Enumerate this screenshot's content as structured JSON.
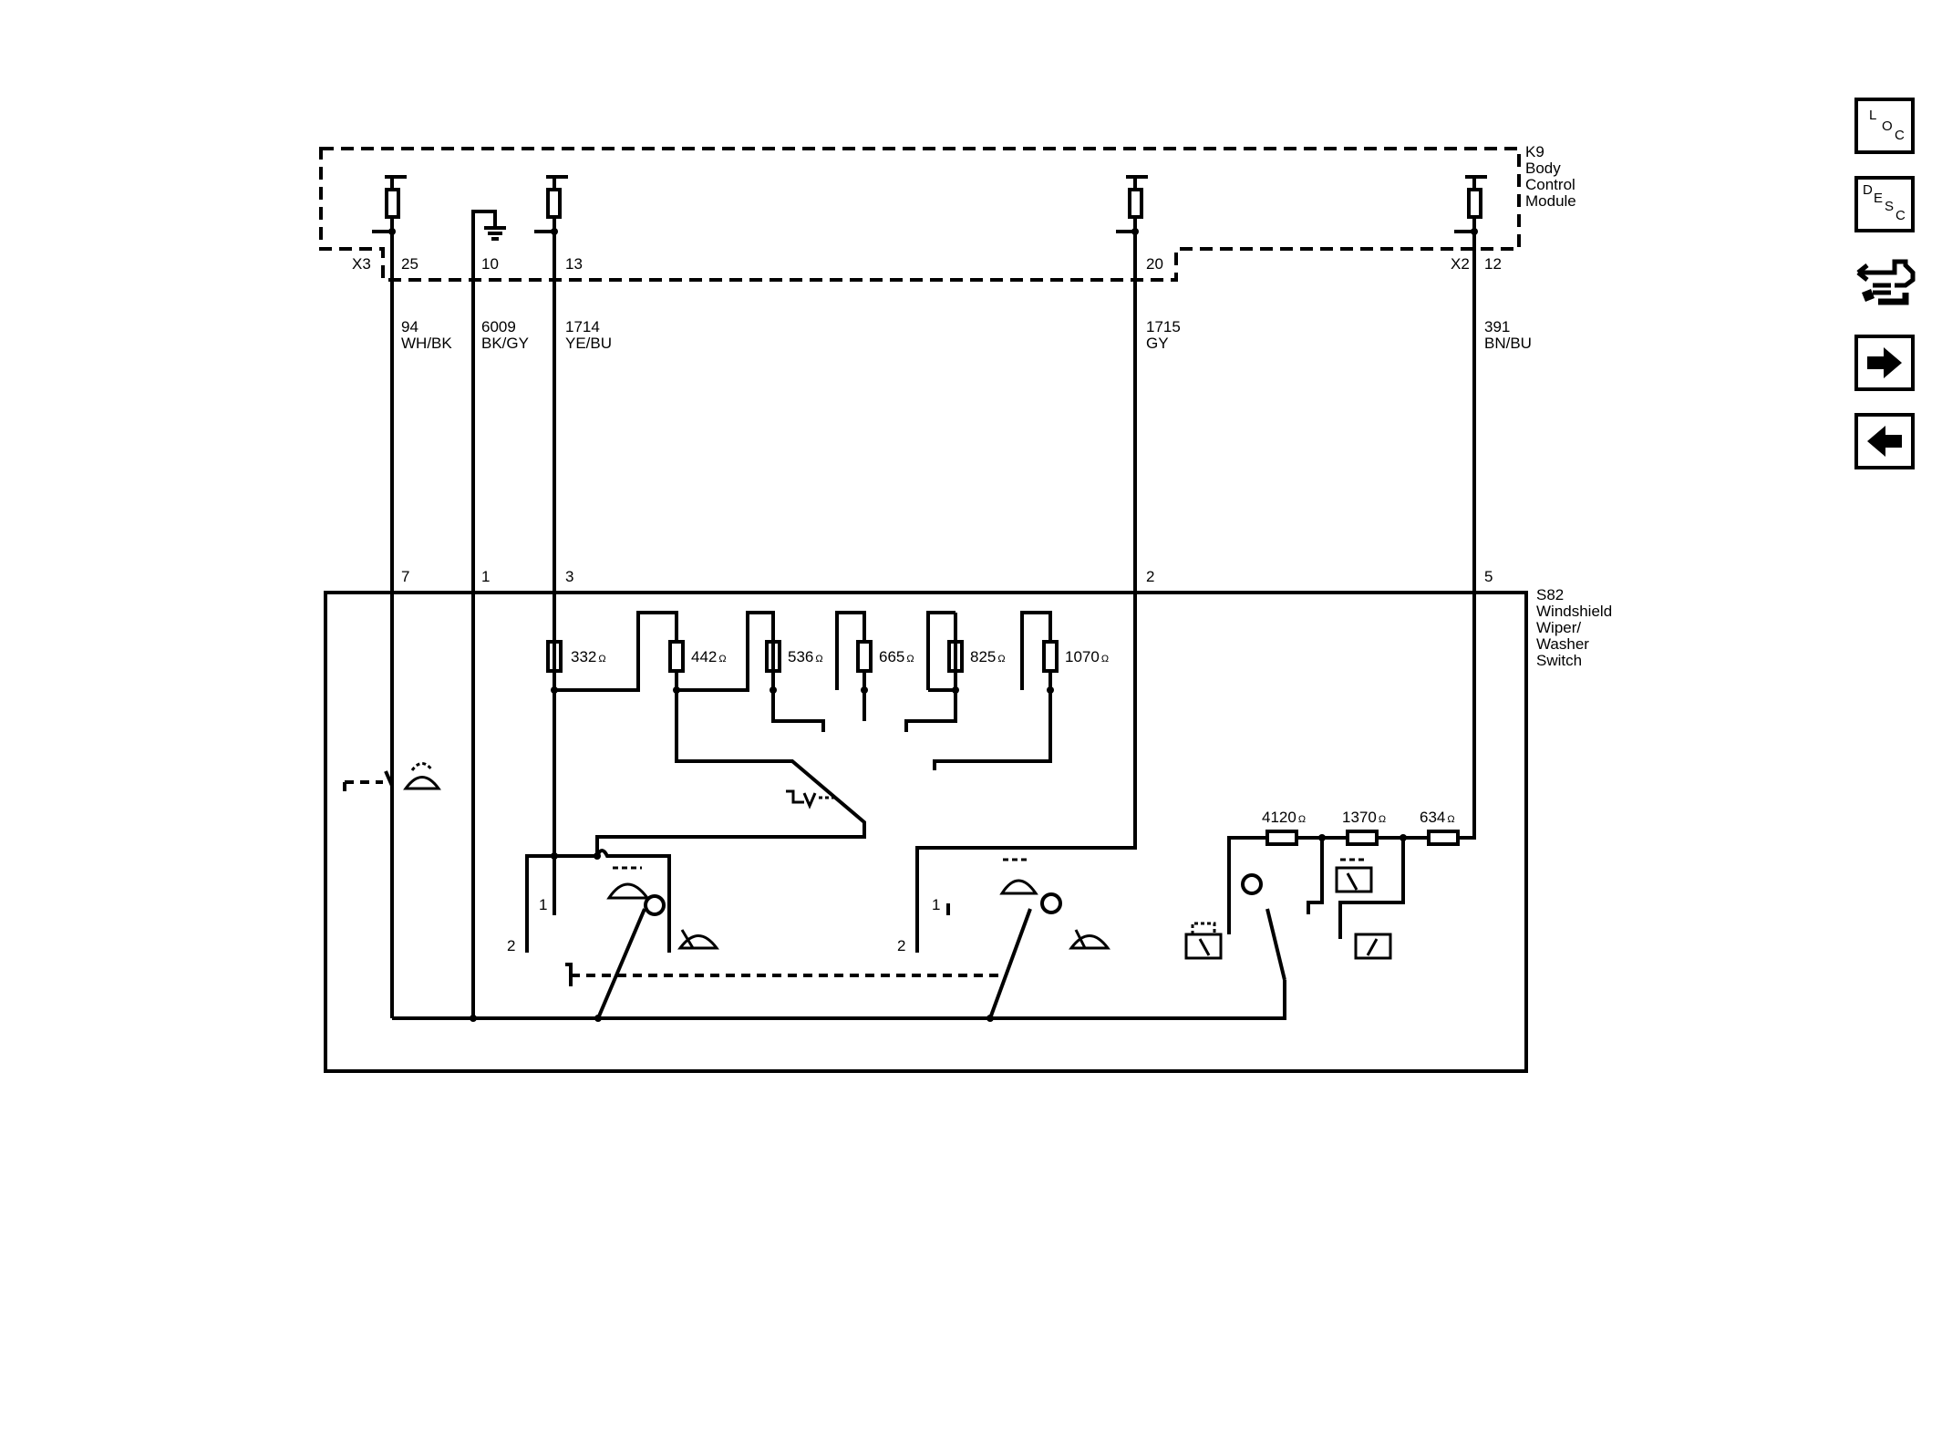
{
  "modules": {
    "k9": {
      "line1": "K9",
      "line2": "Body",
      "line3": "Control",
      "line4": "Module"
    },
    "s82": {
      "line1": "S82",
      "line2": "Windshield",
      "line3": "Wiper/",
      "line4": "Washer",
      "line5": "Switch"
    }
  },
  "connectors": {
    "x3": "X3",
    "x2": "X2"
  },
  "module_pins": {
    "p25": "25",
    "p10": "10",
    "p13": "13",
    "p20": "20",
    "p12": "12"
  },
  "circuits": {
    "c94": {
      "number": "94",
      "color": "WH/BK"
    },
    "c6009": {
      "number": "6009",
      "color": "BK/GY"
    },
    "c1714": {
      "number": "1714",
      "color": "YE/BU"
    },
    "c1715": {
      "number": "1715",
      "color": "GY"
    },
    "c391": {
      "number": "391",
      "color": "BN/BU"
    }
  },
  "switch_pins": {
    "p7": "7",
    "p1": "1",
    "p3": "3",
    "p2": "2",
    "p5": "5"
  },
  "resistors": {
    "r332": "332",
    "r442": "442",
    "r536": "536",
    "r665": "665",
    "r825": "825",
    "r1070": "1070",
    "r4120": "4120",
    "r1370": "1370",
    "r634": "634",
    "ohm": "Ω"
  },
  "switch_positions": {
    "a1": "1",
    "a2": "2",
    "b1": "1",
    "b2": "2"
  },
  "nav": {
    "loc": {
      "l1": "L",
      "l2": "O",
      "l3": "C"
    },
    "desc": {
      "l1": "D",
      "l2": "E",
      "l3": "S",
      "l4": "C"
    }
  }
}
